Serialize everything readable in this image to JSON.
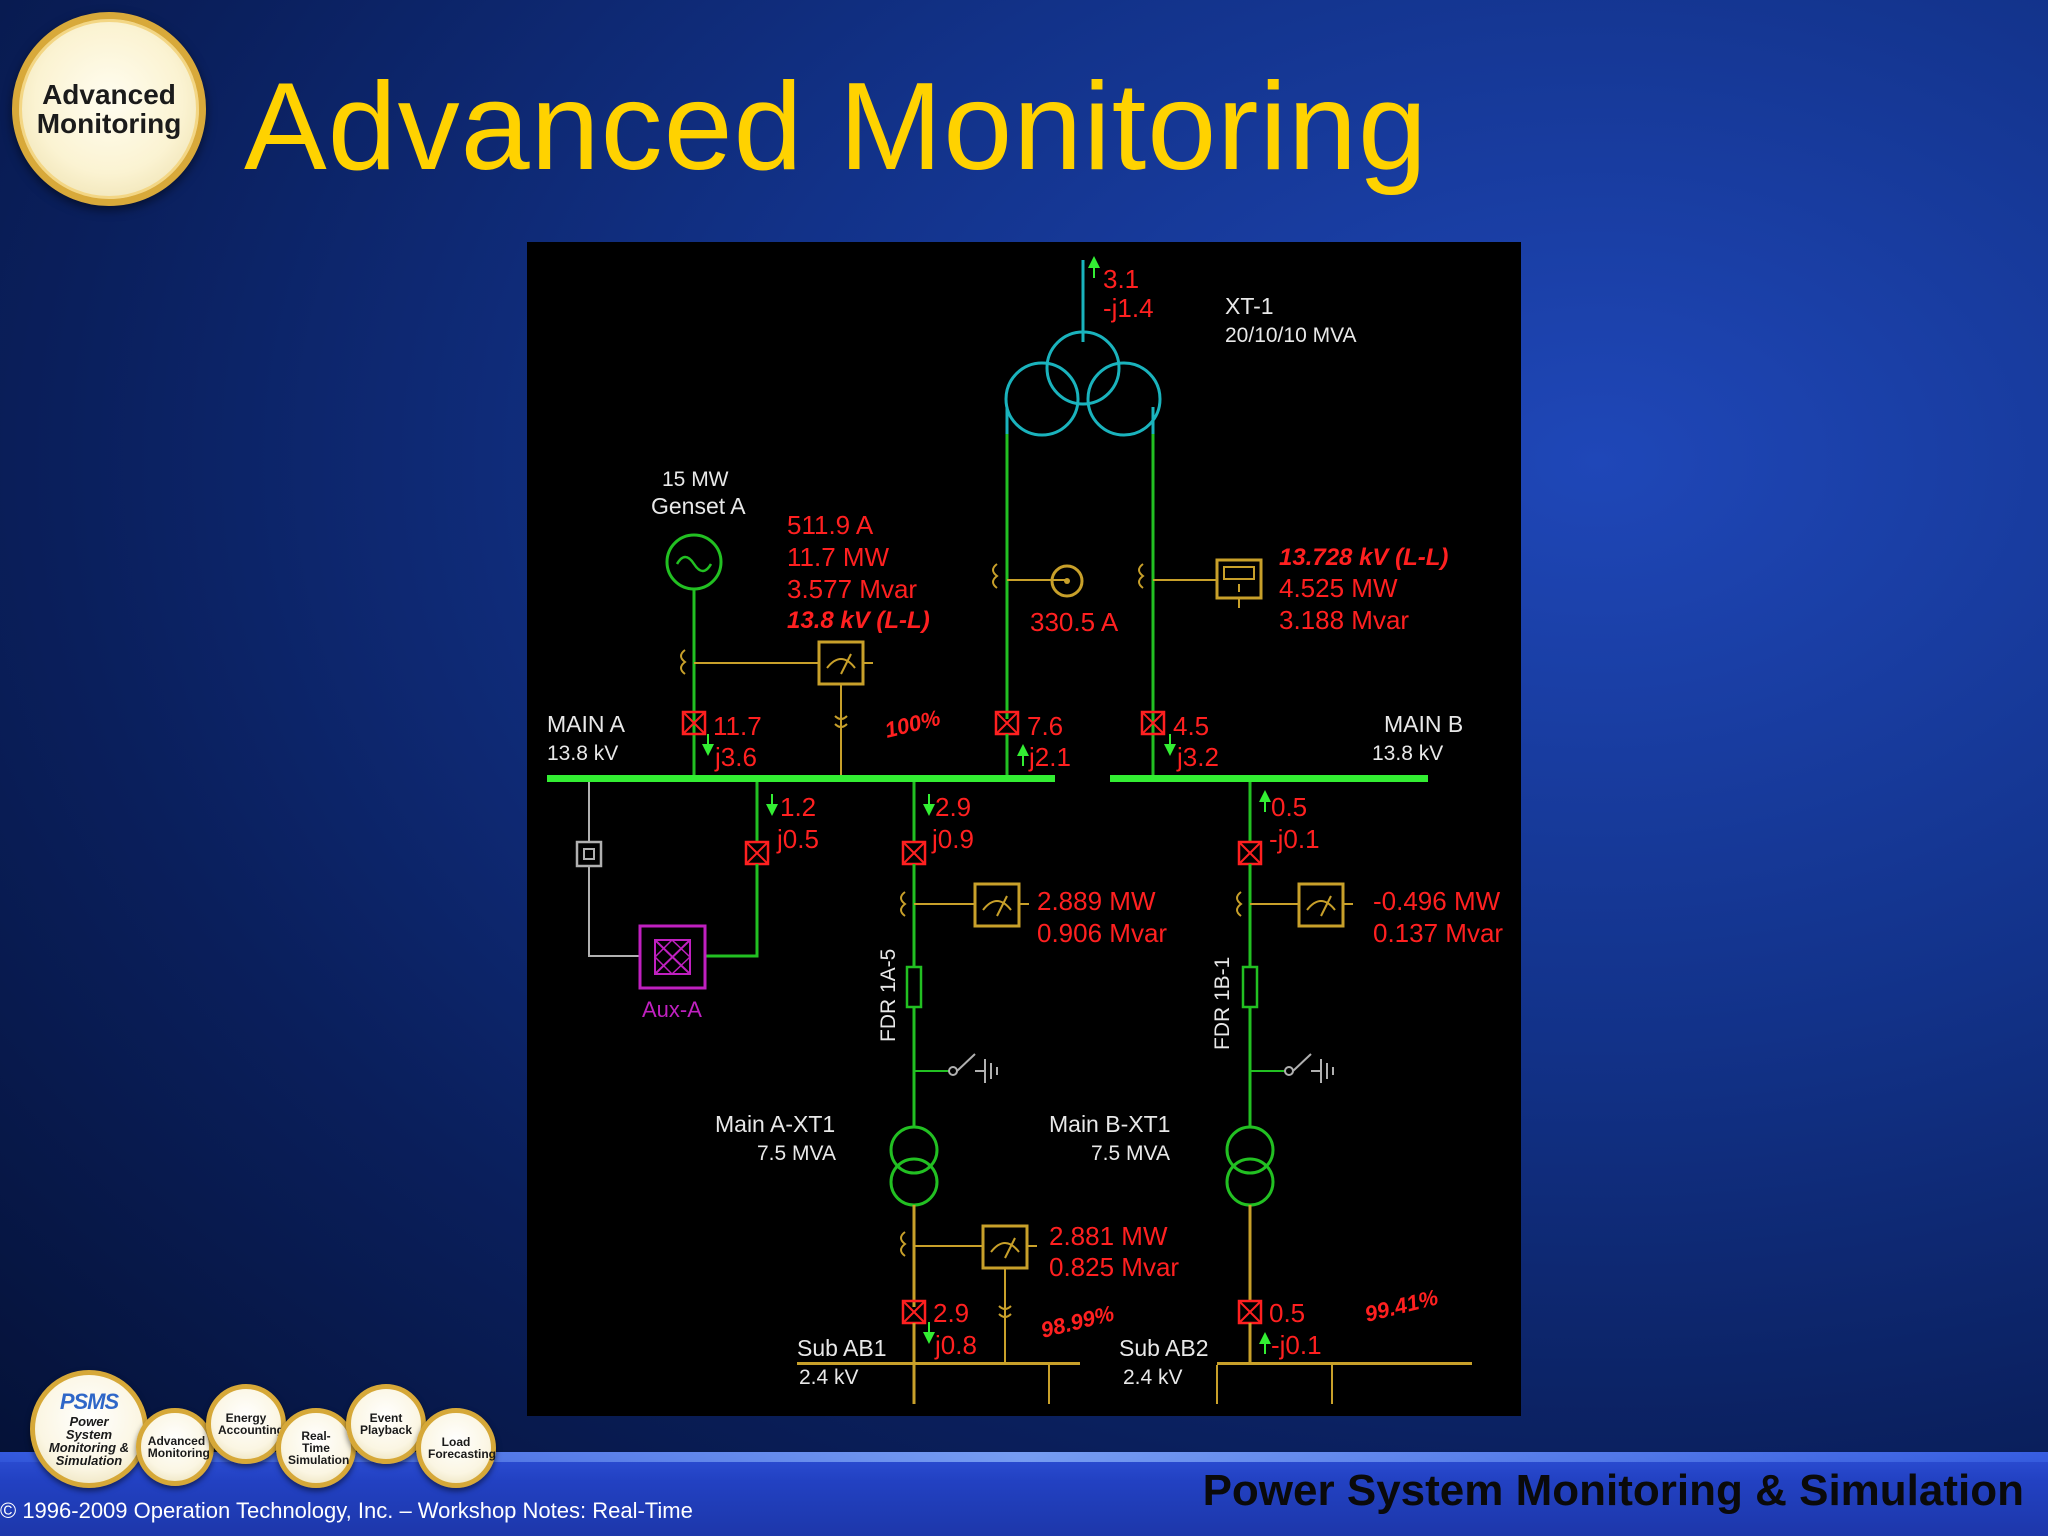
{
  "header": {
    "badge": "Advanced\nMonitoring",
    "title": "Advanced Monitoring"
  },
  "diagram": {
    "transformer_xt1": {
      "name": "XT-1",
      "rating": "20/10/10 MVA",
      "flow_p": "3.1",
      "flow_q": "-j1.4"
    },
    "genset": {
      "rating": "15 MW",
      "name": "Genset A"
    },
    "genset_meter": {
      "current": "511.9 A",
      "mw": "11.7 MW",
      "mvar": "3.577 Mvar",
      "kv": "13.8 kV (L-L)"
    },
    "xt1_ammeter": {
      "current": "330.5 A"
    },
    "xt1_meter": {
      "kv": "13.728 kV (L-L)",
      "mw": "4.525 MW",
      "mvar": "3.188 Mvar"
    },
    "main_a": {
      "name": "MAIN A",
      "voltage": "13.8 kV",
      "percent": "100%"
    },
    "main_b": {
      "name": "MAIN B",
      "voltage": "13.8 kV"
    },
    "genset_flow": {
      "p": "11.7",
      "q": "j3.6"
    },
    "xt1_left_flow": {
      "p": "7.6",
      "q": "j2.1"
    },
    "xt1_right_flow": {
      "p": "4.5",
      "q": "j3.2"
    },
    "aux_flow": {
      "p": "1.2",
      "q": "j0.5"
    },
    "fdr1a_flow": {
      "p": "2.9",
      "q": "j0.9"
    },
    "fdr1b_flow": {
      "p": "0.5",
      "q": "-j0.1"
    },
    "aux": {
      "name": "Aux-A"
    },
    "fdr1a_meter": {
      "mw": "2.889 MW",
      "mvar": "0.906 Mvar"
    },
    "fdr1b_meter": {
      "mw": "-0.496 MW",
      "mvar": "0.137 Mvar"
    },
    "fdr1a": {
      "name": "FDR 1A-5"
    },
    "fdr1b": {
      "name": "FDR 1B-1"
    },
    "xfmr_a": {
      "name": "Main A-XT1",
      "rating": "7.5 MVA"
    },
    "xfmr_b": {
      "name": "Main B-XT1",
      "rating": "7.5 MVA"
    },
    "sub_a_meter": {
      "mw": "2.881 MW",
      "mvar": "0.825 Mvar"
    },
    "sub_a_flow": {
      "p": "2.9",
      "q": "j0.8",
      "percent": "98.99%"
    },
    "sub_b_flow": {
      "p": "0.5",
      "q": "-j0.1",
      "percent": "99.41%"
    },
    "sub_ab1": {
      "name": "Sub AB1",
      "voltage": "2.4 kV"
    },
    "sub_ab2": {
      "name": "Sub AB2",
      "voltage": "2.4 kV"
    }
  },
  "footer": {
    "copyright": "© 1996-2009 Operation Technology, Inc. – Workshop Notes: Real-Time",
    "brand": "Power System Monitoring & Simulation",
    "modules": [
      {
        "logo": "PSMS",
        "label": "Power System Monitoring & Simulation"
      },
      {
        "label": "Advanced Monitoring"
      },
      {
        "label": "Energy Accounting"
      },
      {
        "label": "Real-Time Simulation"
      },
      {
        "label": "Event Playback"
      },
      {
        "label": "Load Forecasting"
      }
    ]
  },
  "colors": {
    "bus_green": "#33ee33",
    "line_green": "#22c022",
    "value_red": "#ff2020",
    "transformer_cyan": "#1ab3bd",
    "meter_gold": "#c8a02a",
    "aux_magenta": "#c020c0",
    "title_yellow": "#ffd200"
  }
}
